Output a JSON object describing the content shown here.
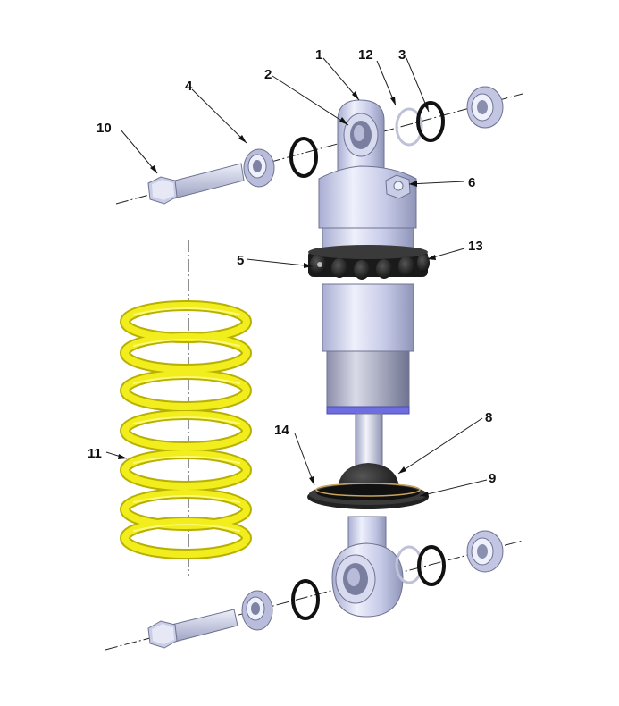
{
  "callouts": {
    "c1": "1",
    "c2": "2",
    "c3": "3",
    "c4": "4",
    "c5": "5",
    "c6": "6",
    "c8": "8",
    "c9": "9",
    "c10": "10",
    "c11": "11",
    "c12": "12",
    "c13": "13",
    "c14": "14"
  },
  "colors": {
    "spring": "#f2ee1e",
    "metal": "#c9cde6",
    "metal_dark": "#8f95b8",
    "rubber": "#1a1a1a",
    "accent_band": "#6e6ee0"
  }
}
